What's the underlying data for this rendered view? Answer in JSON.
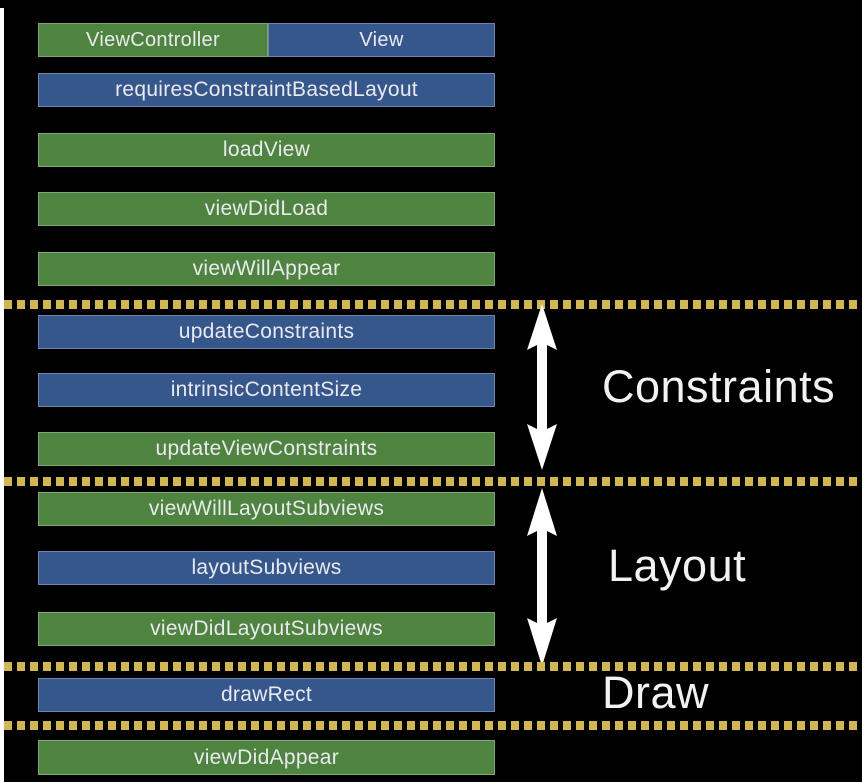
{
  "colors": {
    "viewcontroller_green": "#4f8440",
    "view_blue": "#36578b",
    "divider_gold": "#d2b654",
    "arrow_white": "#ffffff",
    "background": "#000000"
  },
  "legend": {
    "viewcontroller_label": "ViewController",
    "view_label": "View"
  },
  "bars": [
    {
      "label": "requiresConstraintBasedLayout",
      "owner": "View"
    },
    {
      "label": "loadView",
      "owner": "ViewController"
    },
    {
      "label": "viewDidLoad",
      "owner": "ViewController"
    },
    {
      "label": "viewWillAppear",
      "owner": "ViewController"
    },
    {
      "label": "updateConstraints",
      "owner": "View"
    },
    {
      "label": "intrinsicContentSize",
      "owner": "View"
    },
    {
      "label": "updateViewConstraints",
      "owner": "ViewController"
    },
    {
      "label": "viewWillLayoutSubviews",
      "owner": "ViewController"
    },
    {
      "label": "layoutSubviews",
      "owner": "View"
    },
    {
      "label": "viewDidLayoutSubviews",
      "owner": "ViewController"
    },
    {
      "label": "drawRect",
      "owner": "View"
    },
    {
      "label": "viewDidAppear",
      "owner": "ViewController"
    }
  ],
  "phases": {
    "constraints_label": "Constraints",
    "layout_label": "Layout",
    "draw_label": "Draw"
  }
}
